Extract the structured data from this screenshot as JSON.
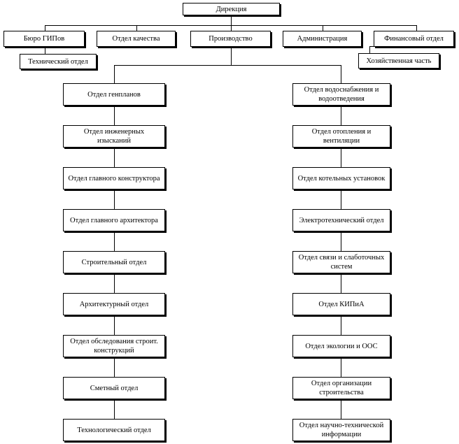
{
  "top": {
    "direction": "Дирекция",
    "bureau_gip": "Бюро ГИПов",
    "quality": "Отдел качества",
    "production": "Производство",
    "administration": "Администрация",
    "financial": "Финансовый отдел",
    "technical": "Технический отдел",
    "household": "Хозяйственная часть"
  },
  "left": [
    "Отдел генпланов",
    "Отдел инженерных изысканий",
    "Отдел главного конструктора",
    "Отдел главного архитектора",
    "Строительный отдел",
    "Архитектурный отдел",
    "Отдел обследования строит. конструкций",
    "Сметный отдел",
    "Технологический отдел"
  ],
  "right": [
    "Отдел водоснабжения и водоотведения",
    "Отдел отопления и вентиляции",
    "Отдел котельных установок",
    "Электротехнический отдел",
    "Отдел связи и слаботочных систем",
    "Отдел КИПиА",
    "Отдел экологии и ООС",
    "Отдел организации строительства",
    "Отдел научно-технической информации"
  ]
}
